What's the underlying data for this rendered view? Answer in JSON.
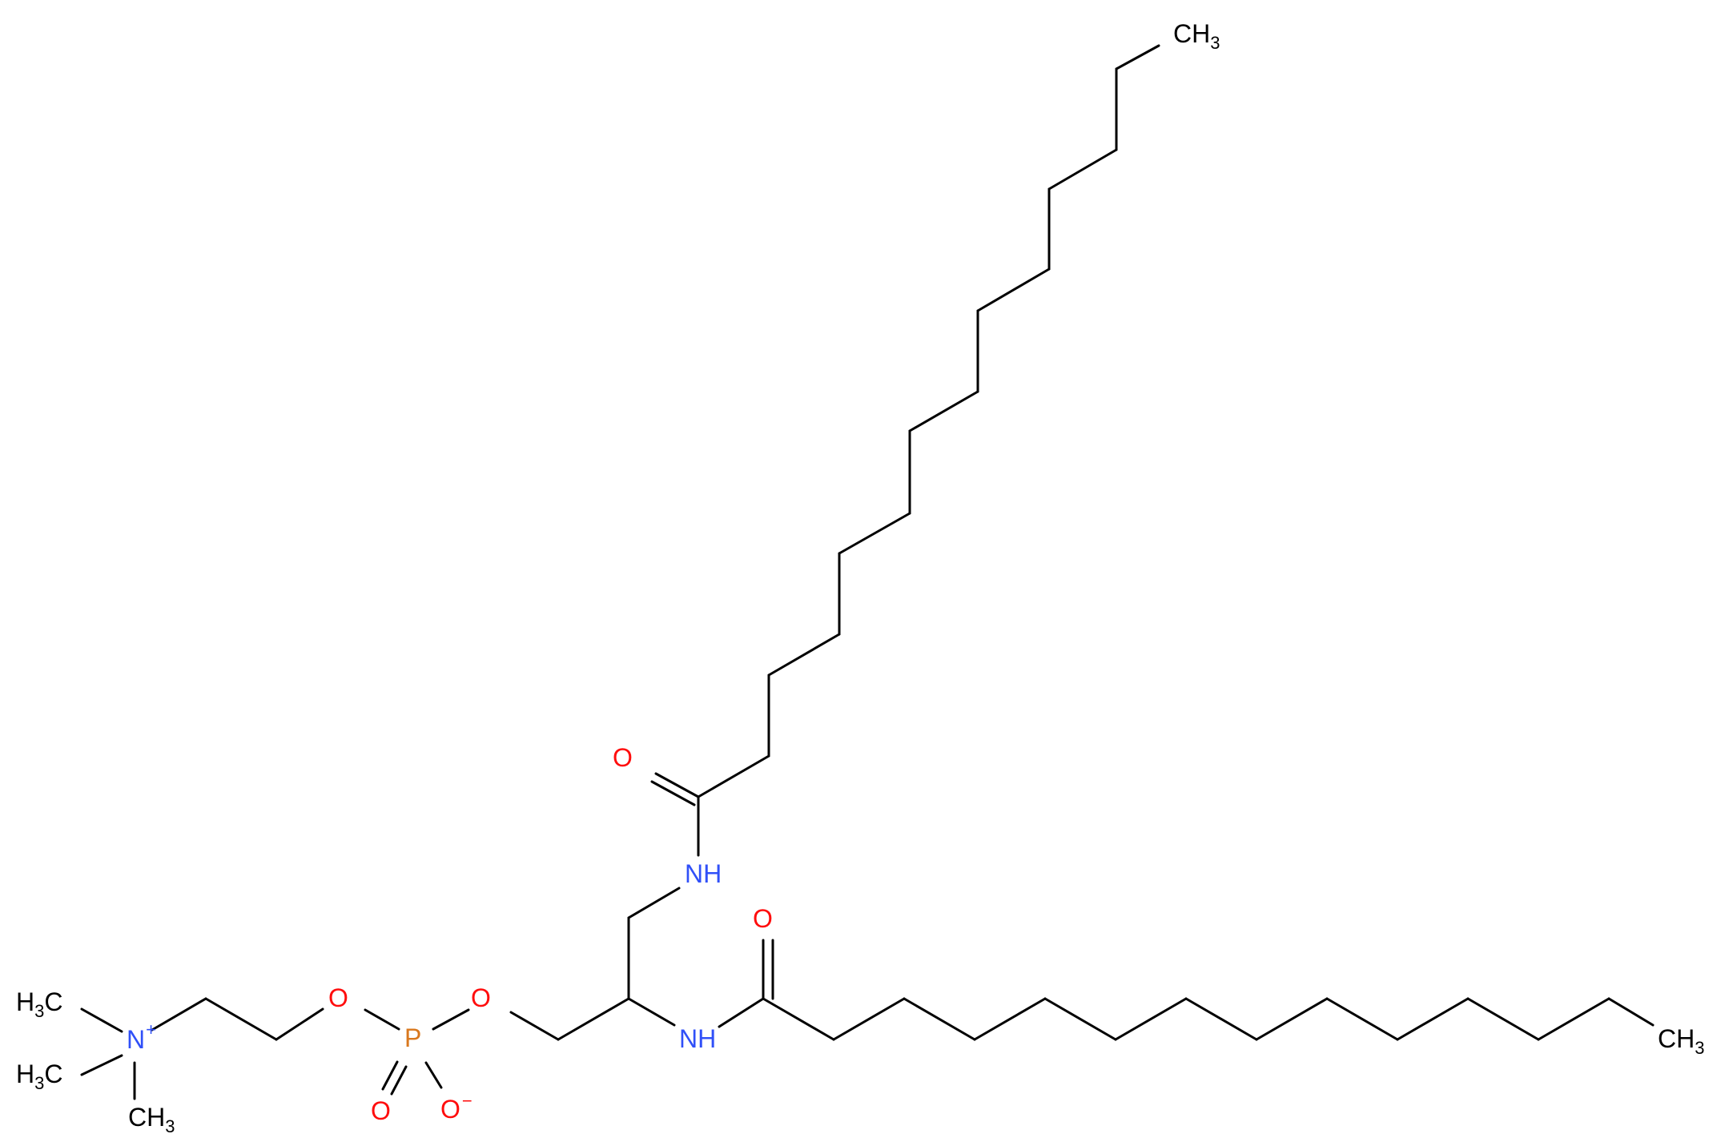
{
  "colors": {
    "bond": "#000000",
    "carbon": "#000000",
    "nitrogen": "#3050F8",
    "oxygen": "#FF0D0D",
    "phosphorus": "#D9781E"
  },
  "atoms": {
    "ch3_top": {
      "main": "CH",
      "sub": "3"
    },
    "o_carbonyl_upper": {
      "main": "O"
    },
    "nh_upper": {
      "main": "NH"
    },
    "o_carbonyl_lower": {
      "main": "O"
    },
    "nh_lower": {
      "main": "NH"
    },
    "ch3_right": {
      "main": "CH",
      "sub": "3"
    },
    "o_ester": {
      "main": "O"
    },
    "p": {
      "main": "P"
    },
    "o_choline": {
      "main": "O"
    },
    "o_double": {
      "main": "O"
    },
    "o_minus": {
      "main": "O",
      "sup": "−"
    },
    "n_plus": {
      "main": "N",
      "sup": "+"
    },
    "h3c_upper": {
      "main": "H",
      "sub": "3",
      "tail": "C"
    },
    "h3c_lower": {
      "main": "H",
      "sub": "3",
      "tail": "C"
    },
    "ch3_bottom": {
      "main": "CH",
      "sub": "3"
    }
  }
}
